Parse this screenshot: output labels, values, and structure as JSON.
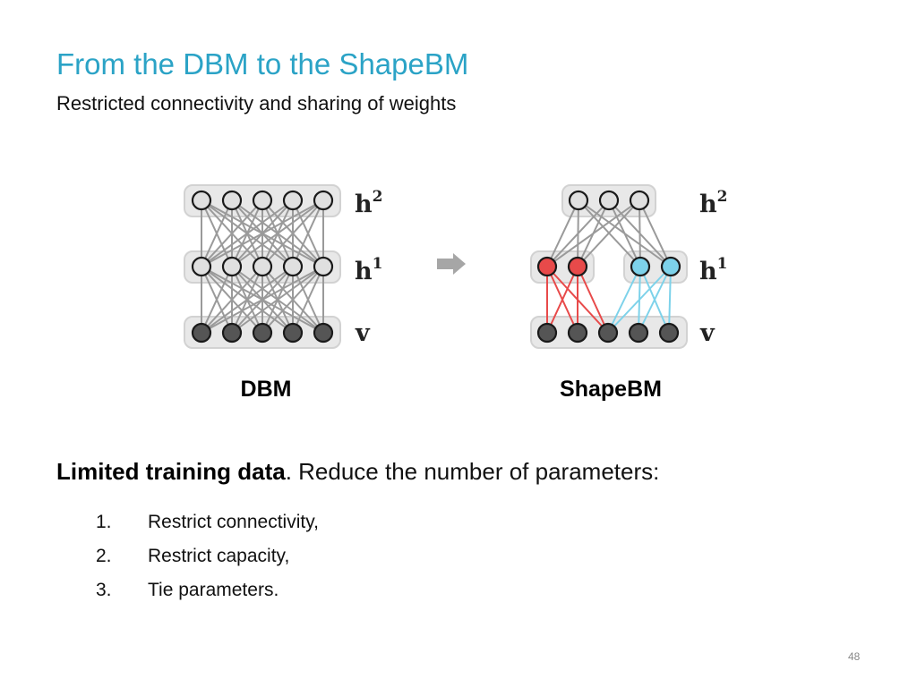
{
  "slide": {
    "title": "From the DBM to the ShapeBM",
    "subtitle": "Restricted connectivity and sharing of weights",
    "page_number": "48"
  },
  "diagram": {
    "layer_labels": {
      "top": "h",
      "top_sup": "2",
      "mid": "h",
      "mid_sup": "1",
      "bottom": "v"
    },
    "dbm": {
      "caption": "DBM",
      "h2_units": 5,
      "h1_units": 5,
      "v_units": 5
    },
    "shapebm": {
      "caption": "ShapeBM",
      "h2_units": 3,
      "h1_left_units": 2,
      "h1_right_units": 2,
      "v_units": 5
    },
    "arrow_icon": "right-arrow-icon",
    "colors": {
      "title": "#2ba3c6",
      "left_patch": "#e84a4a",
      "right_patch": "#7dd2ea",
      "visible_unit": "#555555",
      "hidden_unit": "#e0e0e0"
    }
  },
  "body": {
    "lead_bold": "Limited training data",
    "lead_rest": ". Reduce the number of parameters:",
    "items": [
      {
        "num": "1.",
        "text": "Restrict connectivity,"
      },
      {
        "num": "2.",
        "text": "Restrict capacity,"
      },
      {
        "num": "3.",
        "text": "Tie parameters."
      }
    ]
  }
}
